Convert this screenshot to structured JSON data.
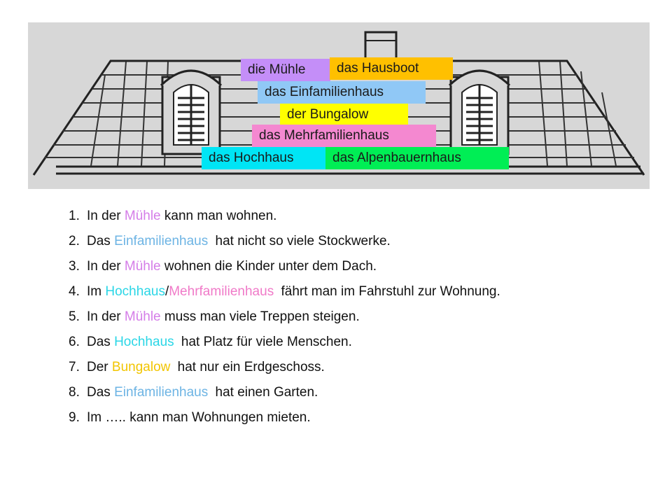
{
  "slide": {
    "labels": {
      "muehle": {
        "text": "die Mühle",
        "color": "#c48ef8"
      },
      "hausboot": {
        "text": "das Hausboot",
        "color": "#ffc000"
      },
      "einfamilienhaus": {
        "text": "das Einfamilienhaus",
        "color": "#90c8f6"
      },
      "bungalow": {
        "text": "der Bungalow",
        "color": "#ffff00"
      },
      "mehrfamilienhaus": {
        "text": "das Mehrfamilienhaus",
        "color": "#f488d0"
      },
      "hochhaus": {
        "text": "das Hochhaus",
        "color": "#00e5f5"
      },
      "alpenbauernhaus": {
        "text": "das Alpenbauernhaus",
        "color": "#00ee55"
      }
    },
    "sentences": [
      {
        "num": "1.",
        "pre": "In der",
        "word": "Mühle",
        "post": "kann man wohnen."
      },
      {
        "num": "2.",
        "pre": "Das",
        "word": "Einfamilienhaus",
        "post": "hat nicht so viele Stockwerke."
      },
      {
        "num": "3.",
        "pre": "In der",
        "word": "Mühle",
        "post": "wohnen die Kinder unter dem Dach."
      },
      {
        "num": "4.",
        "pre": "Im",
        "word": "Hochhaus",
        "sep": "/",
        "word2": "Mehrfamilienhaus",
        "post": "fährt man im Fahrstuhl zur Wohnung."
      },
      {
        "num": "5.",
        "pre": "In der",
        "word": "Mühle",
        "post": "muss man viele Treppen steigen."
      },
      {
        "num": "6.",
        "pre": "Das",
        "word": "Hochhaus",
        "post": "hat Platz für viele Menschen."
      },
      {
        "num": "7.",
        "pre": "Der",
        "word": "Bungalow",
        "post": "hat nur ein Erdgeschoss."
      },
      {
        "num": "8.",
        "pre": "Das",
        "word": "Einfamilienhaus",
        "post": "hat einen Garten."
      },
      {
        "num": "9.",
        "text": "Im ….. kann man Wohnungen mieten."
      }
    ]
  }
}
